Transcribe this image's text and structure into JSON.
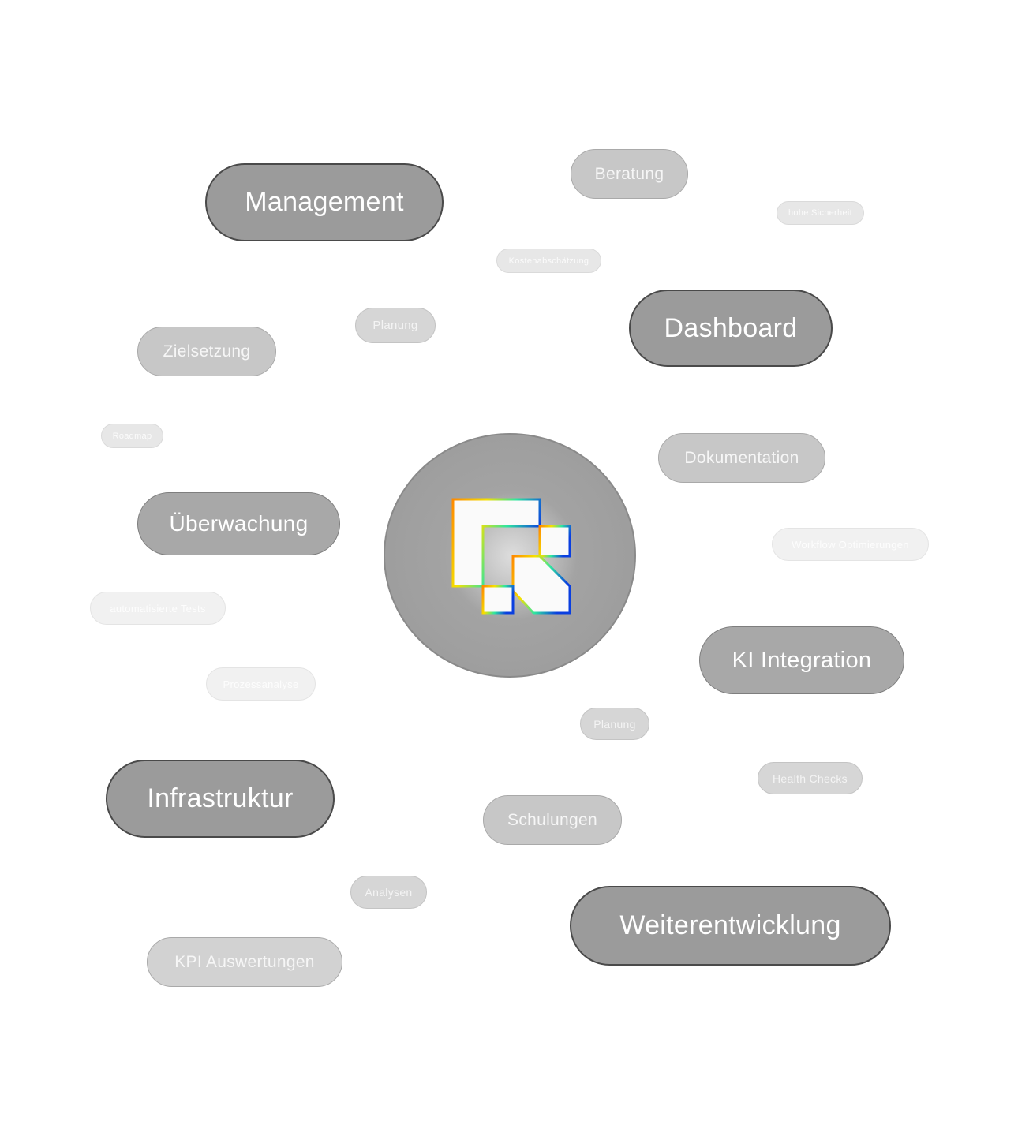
{
  "tags": {
    "management": "Management",
    "beratung": "Beratung",
    "hohe_sicherheit": "hohe Sicherheit",
    "kostenabschaetzung": "Kostenabschätzung",
    "dashboard": "Dashboard",
    "planung_top": "Planung",
    "zielsetzung": "Zielsetzung",
    "roadmap": "Roadmap",
    "dokumentation": "Dokumentation",
    "ueberwachung": "Überwachung",
    "workflow": "Workflow Optimierungen",
    "automatisierte_tests": "automatisierte Tests",
    "ki_integration": "KI Integration",
    "prozessanalyse": "Prozessanalyse",
    "planung_bottom": "Planung",
    "health_checks": "Health Checks",
    "infrastruktur": "Infrastruktur",
    "schulungen": "Schulungen",
    "analysen": "Analysen",
    "weiterentwicklung": "Weiterentwicklung",
    "kpi": "KPI Auswertungen"
  },
  "hub": {
    "logo_icon": "interlocking-squares-logo-icon",
    "gradient_colors": [
      "#ff8a00",
      "#f5e100",
      "#2ee6a0",
      "#0a3fe0"
    ]
  }
}
